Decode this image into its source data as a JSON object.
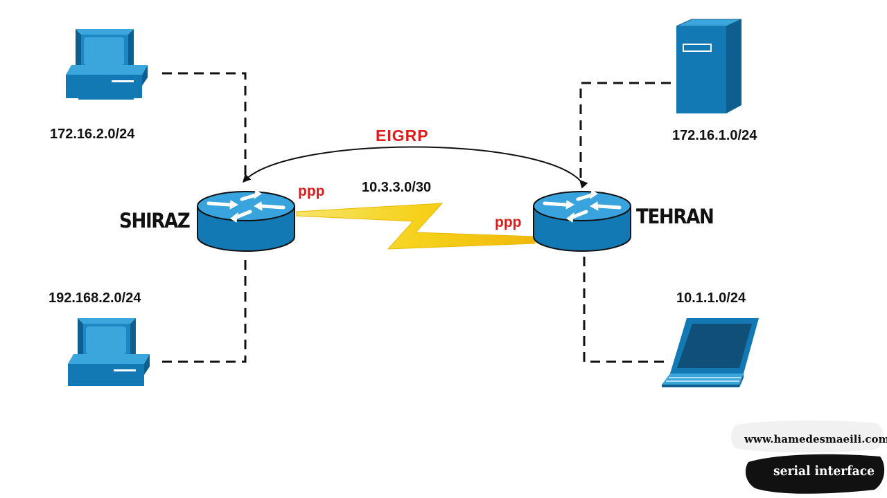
{
  "diagram": {
    "protocol_label": "EIGRP",
    "wan_subnet": "10.3.3.0/30",
    "link_encapsulation": "ppp",
    "routers": [
      {
        "name": "SHIRAZ",
        "encapsulation_label": "ppp"
      },
      {
        "name": "TEHRAN",
        "encapsulation_label": "ppp"
      }
    ],
    "networks": [
      {
        "subnet": "172.16.2.0/24",
        "device": "desktop-pc-icon",
        "router": "SHIRAZ"
      },
      {
        "subnet": "192.168.2.0/24",
        "device": "desktop-pc-icon",
        "router": "SHIRAZ"
      },
      {
        "subnet": "172.16.1.0/24",
        "device": "server-icon",
        "router": "TEHRAN"
      },
      {
        "subnet": "10.1.1.0/24",
        "device": "laptop-icon",
        "router": "TEHRAN"
      }
    ]
  },
  "branding": {
    "url": "www.hamedesmaeili.com",
    "caption": "serial interface"
  },
  "colors": {
    "device_blue": "#1279b5",
    "device_light": "#3aa6dc",
    "serial_link": "#f5d21a",
    "accent_red": "#e01b1b"
  }
}
